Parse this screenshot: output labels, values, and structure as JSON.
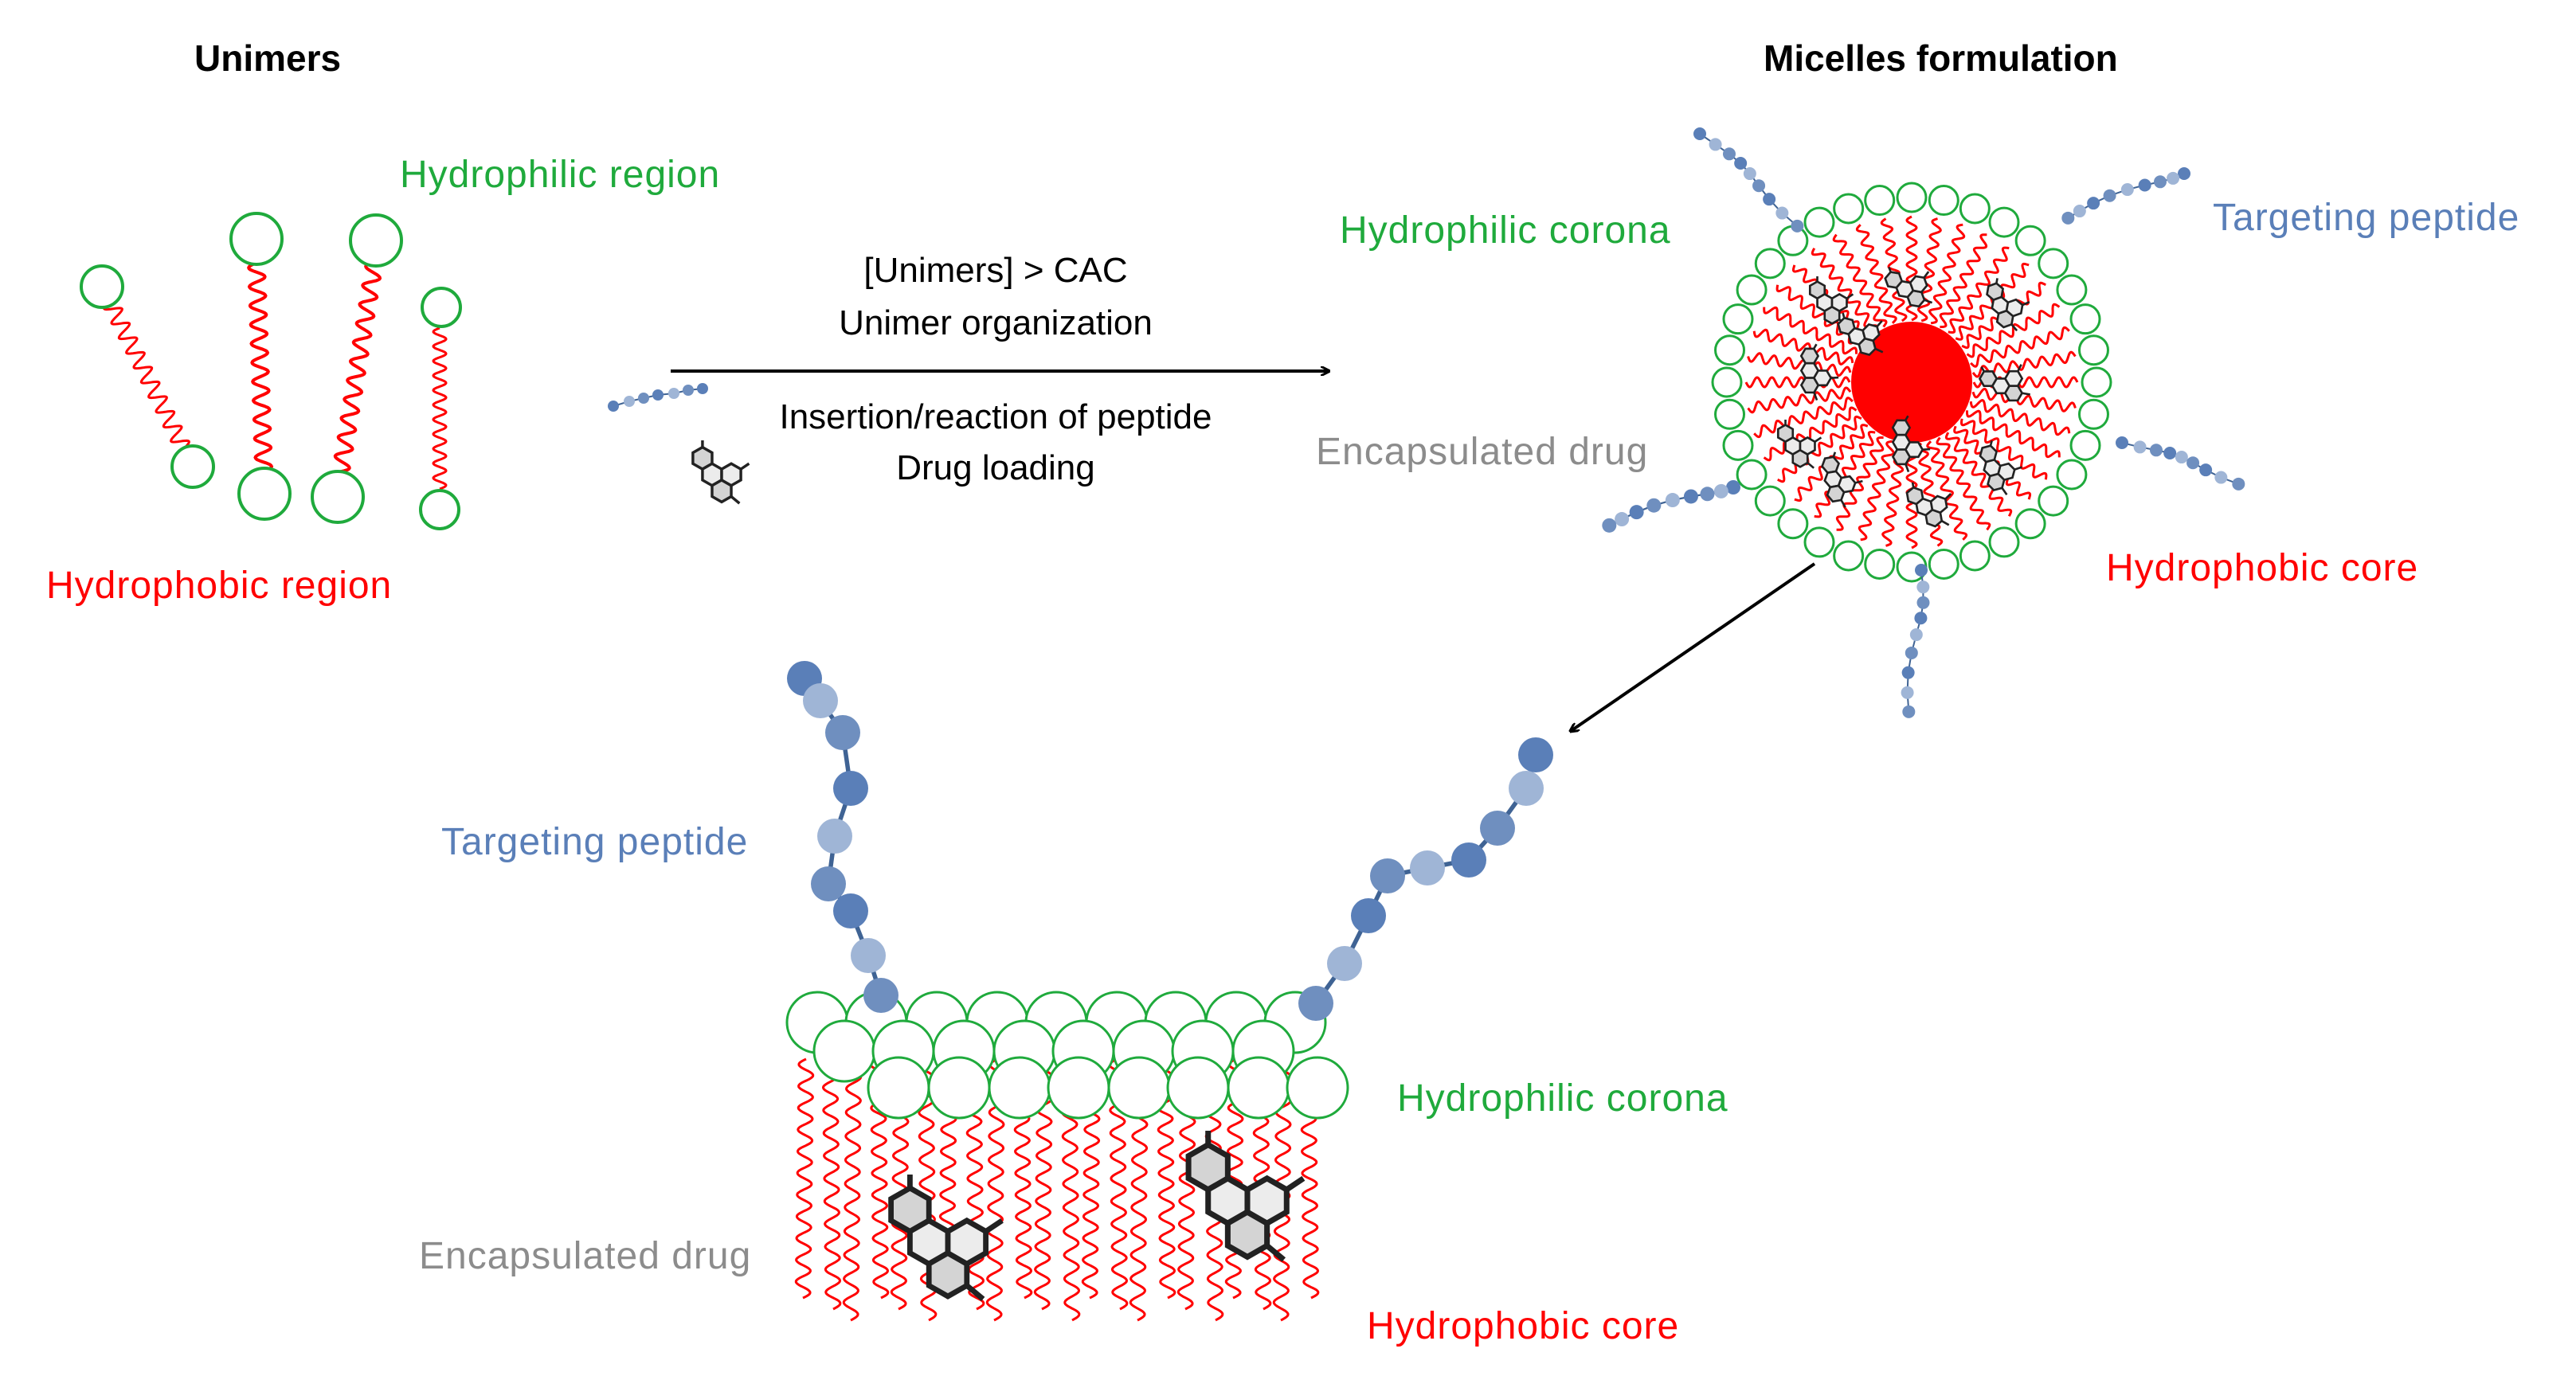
{
  "colors": {
    "hydrophilic": "#1faa3c",
    "hydrophobic": "#ff0000",
    "peptide": "#5a7fb8",
    "drug": "#8c8c8c",
    "text": "#000000"
  },
  "titles": {
    "unimers": "Unimers",
    "micelles": "Micelles formulation"
  },
  "unimers_panel": {
    "hydrophilic_label": "Hydrophilic region",
    "hydrophobic_label": "Hydrophobic region"
  },
  "arrow": {
    "line1": "[Unimers] > CAC",
    "line2": "Unimer organization",
    "line3": "Insertion/reaction of peptide",
    "line4": "Drug loading"
  },
  "micelle": {
    "corona": "Hydrophilic corona",
    "peptide": "Targeting peptide",
    "drug": "Encapsulated drug",
    "core": "Hydrophobic core"
  },
  "zoom": {
    "peptide": "Targeting peptide",
    "corona": "Hydrophilic corona",
    "drug": "Encapsulated drug",
    "core": "Hydrophobic core"
  }
}
